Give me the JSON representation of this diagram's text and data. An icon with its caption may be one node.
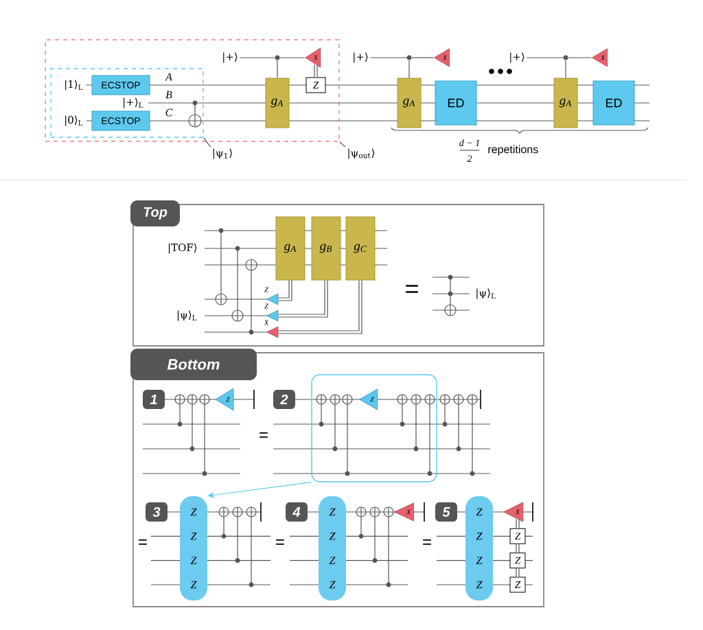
{
  "diagram": {
    "nodes": [
      {
        "text": [],
        "shape": "box"
      },
      {
        "text": [],
        "shape": "box",
        "in": 0
      },
      {
        "text": [
          "ECSTOP"
        ],
        "in": 1
      },
      {
        "text": [
          "ECSTOP"
        ],
        "in": 1
      },
      {
        "text": [
          "g$_{A}$"
        ],
        "in": 0
      },
      {
        "text": [
          "X"
        ],
        "in": 0
      },
      {
        "text": [
          "Z"
        ],
        "in": 0
      },
      {
        "text": [
          "|ψ$_{1}$⟩"
        ]
      },
      {
        "text": [
          "|ψ$_{out}$⟩"
        ]
      },
      {
        "text": [
          "g$_{A}$"
        ]
      },
      {
        "text": [
          "ED"
        ]
      },
      {
        "text": [
          "X"
        ]
      },
      {
        "text": [
          "g$_{A}$"
        ]
      },
      {
        "text": [
          "ED"
        ]
      },
      {
        "text": [
          "X"
        ]
      },
      {
        "text": [
          "Top"
        ]
      },
      {
        "text": [
          "g$_{A}$"
        ],
        "in": 15
      },
      {
        "text": [
          "g$_{B}$"
        ],
        "in": 15
      },
      {
        "text": [
          "g$_{C}$"
        ],
        "in": 15
      },
      {
        "text": [],
        "shape": "triangle",
        "beside": [
          "Z"
        ],
        "in": 15
      },
      {
        "text": [],
        "shape": "triangle",
        "beside": [
          "Z"
        ],
        "in": 15
      },
      {
        "text": [],
        "shape": "triangle",
        "beside": [
          "X"
        ],
        "in": 15
      },
      {
        "text": [
          "Bottom"
        ]
      },
      {
        "text": [
          "1"
        ],
        "in": 22
      },
      {
        "text": [
          "Z"
        ],
        "in": 22
      },
      {
        "text": [
          "2"
        ],
        "in": 22
      },
      {
        "text": [],
        "shape": "box",
        "in": 22
      },
      {
        "text": [
          "Z"
        ],
        "in": 26
      },
      {
        "text": [
          "3"
        ],
        "in": 22
      },
      {
        "text": [
          "Z",
          "Z",
          "Z",
          "Z"
        ],
        "in": 22
      },
      {
        "text": [
          "4"
        ],
        "in": 22
      },
      {
        "text": [
          "Z",
          "Z",
          "Z",
          "Z"
        ],
        "in": 22
      },
      {
        "text": [
          "X"
        ],
        "in": 22
      },
      {
        "text": [
          "5"
        ],
        "in": 22
      },
      {
        "text": [
          "Z",
          "Z",
          "Z",
          "Z"
        ],
        "in": 22
      },
      {
        "text": [
          "X"
        ],
        "in": 22
      },
      {
        "text": [
          "Z"
        ],
        "in": 22
      },
      {
        "text": [
          "Z"
        ],
        "in": 22
      },
      {
        "text": [
          "Z"
        ],
        "in": 22
      },
      {
        "text": [
          "|+⟩"
        ],
        "in": 0
      },
      {
        "text": [],
        "shape": "circle",
        "in": 0
      },
      {
        "text": [
          "|+⟩"
        ]
      },
      {
        "text": [],
        "shape": "circle"
      },
      {
        "text": [
          "|+⟩"
        ]
      },
      {
        "text": [],
        "shape": "circle"
      }
    ],
    "edges": [
      {
        "from": 7,
        "to": 1,
        "arrow": "none"
      },
      {
        "from": 8,
        "to": 0,
        "arrow": "none"
      },
      {
        "from": 5,
        "to": 6,
        "arrow": "none",
        "style": "thick"
      },
      {
        "from": 19,
        "to": 16,
        "arrow": "none",
        "style": "thick"
      },
      {
        "from": 20,
        "to": 17,
        "arrow": "none",
        "style": "thick"
      },
      {
        "from": 21,
        "to": 18,
        "arrow": "none",
        "style": "thick"
      },
      {
        "from": 26,
        "to": 29,
        "arrow": "to",
        "color": "#5bc8ee"
      },
      {
        "from": 35,
        "to": 36,
        "arrow": "none",
        "style": "thick"
      },
      {
        "from": 36,
        "to": 37,
        "arrow": "none",
        "style": "thick"
      },
      {
        "from": 37,
        "to": 38,
        "arrow": "none",
        "style": "thick"
      },
      {
        "from": 39,
        "to": 40,
        "arrow": "none"
      },
      {
        "from": 40,
        "to": 5,
        "arrow": "none"
      },
      {
        "from": 40,
        "to": 4,
        "arrow": "none"
      },
      {
        "from": 41,
        "to": 42,
        "arrow": "none"
      },
      {
        "from": 42,
        "to": 11,
        "arrow": "none"
      },
      {
        "from": 42,
        "to": 9,
        "arrow": "none"
      },
      {
        "from": 43,
        "to": 44,
        "arrow": "none"
      },
      {
        "from": 44,
        "to": 14,
        "arrow": "none"
      },
      {
        "from": 44,
        "to": 12,
        "arrow": "none"
      }
    ],
    "labels": [
      "|1⟩$_{L}$",
      "A",
      "|+⟩$_{L}$",
      "B",
      "|0⟩$_{L}$",
      "C",
      "d − 1",
      "repetitions",
      "2",
      "|TOF⟩",
      "|ψ⟩$_{L}$",
      "=",
      "|ψ⟩$_{L}$",
      "=",
      "=",
      "=",
      "="
    ]
  }
}
